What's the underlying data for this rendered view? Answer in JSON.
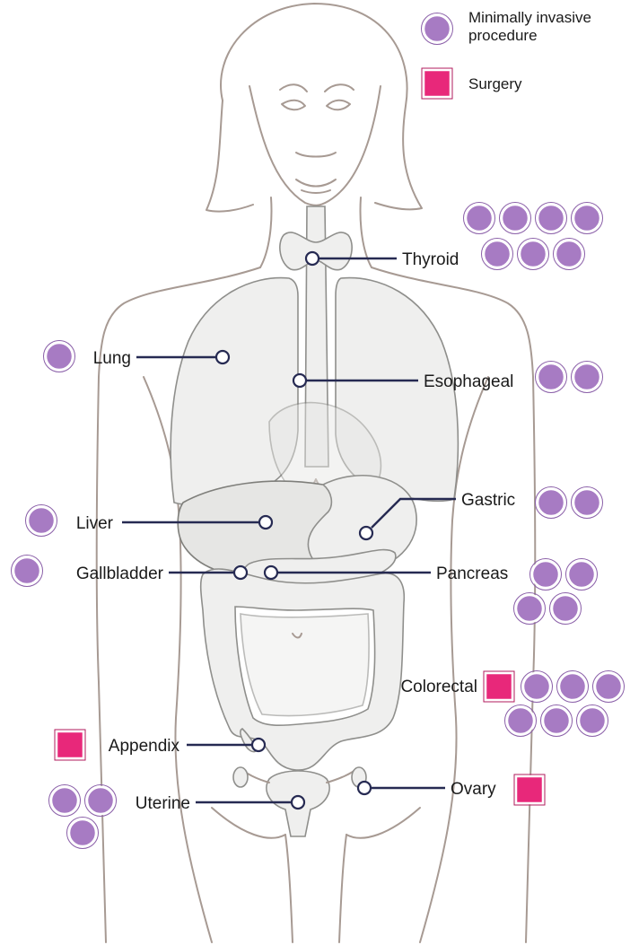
{
  "colors": {
    "minimally_invasive": "#a77bc3",
    "surgery": "#e8287a",
    "leader": "#262a52",
    "outline": "#a79a93"
  },
  "legend": {
    "minimally_invasive_line1": "Minimally invasive",
    "minimally_invasive_line2": "procedure",
    "surgery": "Surgery"
  },
  "labels": {
    "thyroid": "Thyroid",
    "lung": "Lung",
    "esophageal": "Esophageal",
    "gastric": "Gastric",
    "liver": "Liver",
    "gallbladder": "Gallbladder",
    "pancreas": "Pancreas",
    "colorectal": "Colorectal",
    "appendix": "Appendix",
    "ovary": "Ovary",
    "uterine": "Uterine"
  },
  "procedures": {
    "thyroid": {
      "minimally_invasive": 7,
      "surgery": 0
    },
    "lung": {
      "minimally_invasive": 1,
      "surgery": 0
    },
    "esophageal": {
      "minimally_invasive": 2,
      "surgery": 0
    },
    "gastric": {
      "minimally_invasive": 2,
      "surgery": 0
    },
    "liver": {
      "minimally_invasive": 1,
      "surgery": 0
    },
    "gallbladder": {
      "minimally_invasive": 1,
      "surgery": 0
    },
    "pancreas": {
      "minimally_invasive": 4,
      "surgery": 0
    },
    "colorectal": {
      "minimally_invasive": 6,
      "surgery": 1
    },
    "appendix": {
      "minimally_invasive": 0,
      "surgery": 1
    },
    "ovary": {
      "minimally_invasive": 0,
      "surgery": 1
    },
    "uterine": {
      "minimally_invasive": 3,
      "surgery": 0
    }
  }
}
